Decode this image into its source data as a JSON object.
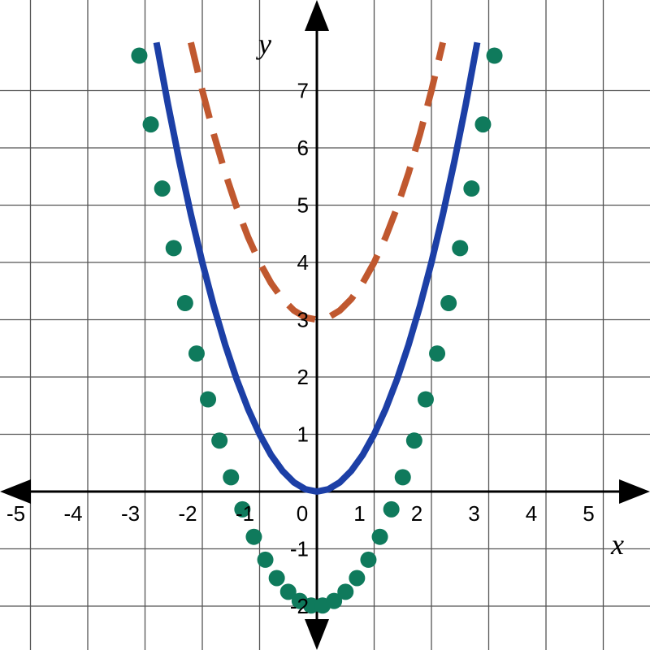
{
  "chart_data": {
    "type": "line",
    "xlabel": "x",
    "ylabel": "y",
    "xlim": [
      -5.5,
      5.5
    ],
    "ylim": [
      -2.5,
      7.5
    ],
    "grid": true,
    "x_ticks": [
      {
        "value": -5,
        "label": "-5"
      },
      {
        "value": -4,
        "label": "-4"
      },
      {
        "value": -3,
        "label": "-3"
      },
      {
        "value": -2,
        "label": "-2"
      },
      {
        "value": -1,
        "label": "-1"
      },
      {
        "value": 0,
        "label": "0"
      },
      {
        "value": 1,
        "label": "1"
      },
      {
        "value": 2,
        "label": "2"
      },
      {
        "value": 3,
        "label": "3"
      },
      {
        "value": 4,
        "label": "4"
      },
      {
        "value": 5,
        "label": "5"
      }
    ],
    "y_ticks": [
      {
        "value": -2,
        "label": "-2"
      },
      {
        "value": -1,
        "label": "-1"
      },
      {
        "value": 1,
        "label": "1"
      },
      {
        "value": 2,
        "label": "2"
      },
      {
        "value": 3,
        "label": "3"
      },
      {
        "value": 4,
        "label": "4"
      },
      {
        "value": 5,
        "label": "5"
      },
      {
        "value": 6,
        "label": "6"
      },
      {
        "value": 7,
        "label": "7"
      }
    ],
    "series": [
      {
        "style": "solid",
        "color": "#1c3fa6",
        "x": [
          -2.8,
          -2.6,
          -2.4,
          -2.2,
          -2.0,
          -1.8,
          -1.6,
          -1.4,
          -1.2,
          -1.0,
          -0.8,
          -0.6,
          -0.4,
          -0.2,
          0.0,
          0.2,
          0.4,
          0.6,
          0.8,
          1.0,
          1.2,
          1.4,
          1.6,
          1.8,
          2.0,
          2.2,
          2.4,
          2.6,
          2.8
        ],
        "y": [
          7.84,
          6.76,
          5.76,
          4.84,
          4.0,
          3.24,
          2.56,
          1.96,
          1.44,
          1.0,
          0.64,
          0.36,
          0.16,
          0.04,
          0.0,
          0.04,
          0.16,
          0.36,
          0.64,
          1.0,
          1.44,
          1.96,
          2.56,
          3.24,
          4.0,
          4.84,
          5.76,
          6.76,
          7.84
        ]
      },
      {
        "style": "dashed",
        "color": "#c0582f",
        "x": [
          -2.2,
          -2.0,
          -1.8,
          -1.6,
          -1.4,
          -1.2,
          -1.0,
          -0.8,
          -0.6,
          -0.4,
          -0.2,
          0.0,
          0.2,
          0.4,
          0.6,
          0.8,
          1.0,
          1.2,
          1.4,
          1.6,
          1.8,
          2.0,
          2.2
        ],
        "y": [
          7.84,
          7.0,
          6.24,
          5.56,
          4.96,
          4.44,
          4.0,
          3.64,
          3.36,
          3.16,
          3.04,
          3.0,
          3.04,
          3.16,
          3.36,
          3.64,
          4.0,
          4.44,
          4.96,
          5.56,
          6.24,
          7.0,
          7.84
        ]
      },
      {
        "style": "dotted",
        "color": "#0f7a5c",
        "x": [
          -3.1,
          -2.9,
          -2.7,
          -2.5,
          -2.3,
          -2.1,
          -1.9,
          -1.7,
          -1.5,
          -1.3,
          -1.1,
          -0.9,
          -0.7,
          -0.5,
          -0.3,
          -0.1,
          0.1,
          0.3,
          0.5,
          0.7,
          0.9,
          1.1,
          1.3,
          1.5,
          1.7,
          1.9,
          2.1,
          2.3,
          2.5,
          2.7,
          2.9,
          3.1
        ],
        "y": [
          7.61,
          6.41,
          5.29,
          4.25,
          3.29,
          2.41,
          1.61,
          0.89,
          0.25,
          -0.31,
          -0.79,
          -1.19,
          -1.51,
          -1.75,
          -1.91,
          -1.99,
          -1.99,
          -1.91,
          -1.75,
          -1.51,
          -1.19,
          -0.79,
          -0.31,
          0.25,
          0.89,
          1.61,
          2.41,
          3.29,
          4.25,
          5.29,
          6.41,
          7.61
        ]
      }
    ]
  }
}
